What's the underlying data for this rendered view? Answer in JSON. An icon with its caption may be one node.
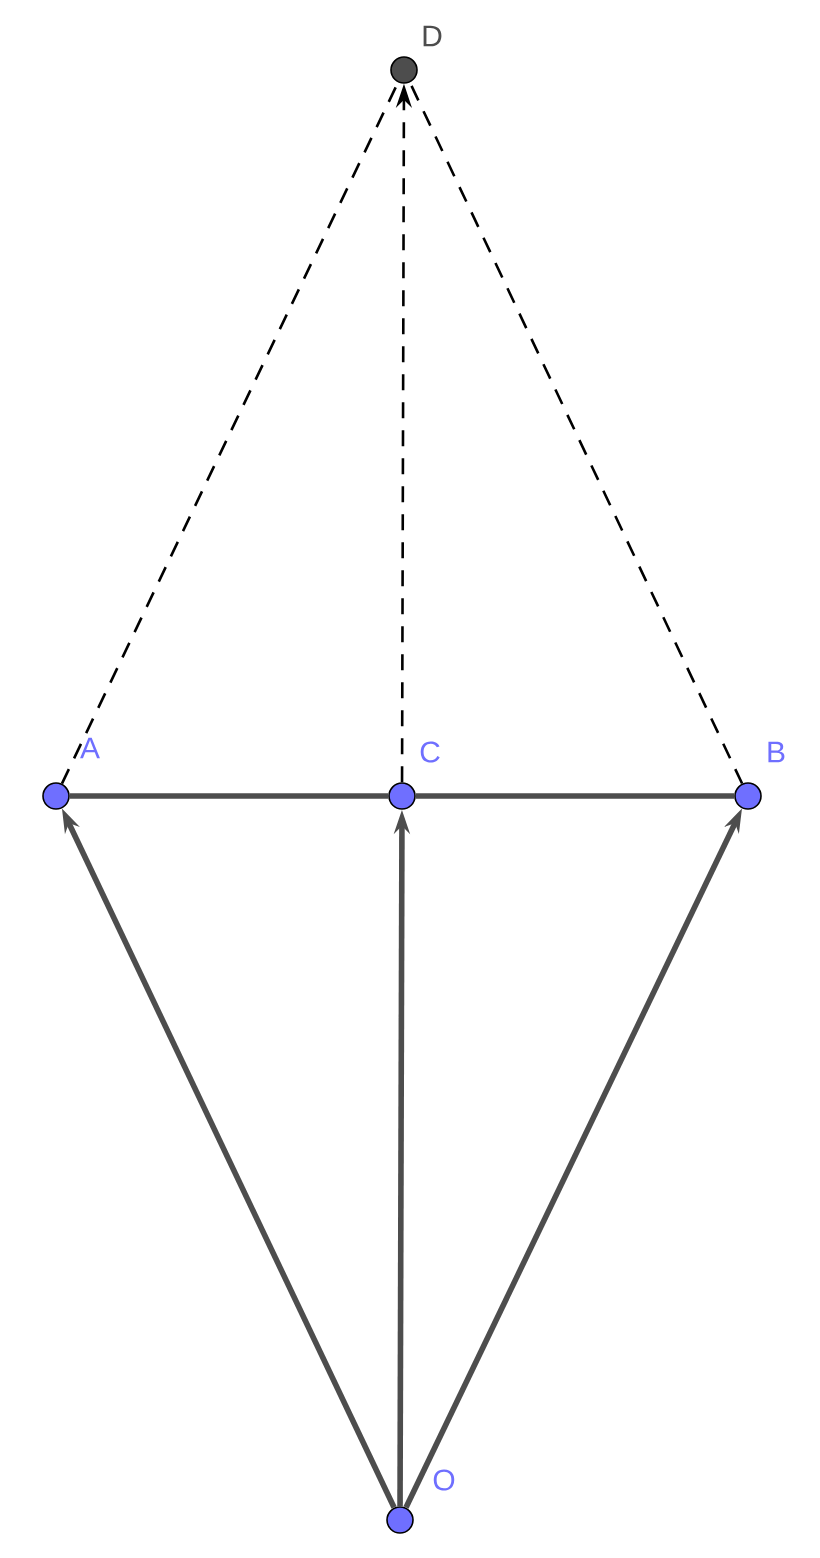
{
  "diagram": {
    "nodes": [
      {
        "text": [],
        "shape": "circle",
        "beside": [
          "D"
        ]
      },
      {
        "text": [],
        "shape": "circle",
        "beside": [
          "A"
        ]
      },
      {
        "text": [],
        "shape": "circle",
        "beside": [
          "C"
        ]
      },
      {
        "text": [],
        "shape": "circle",
        "beside": [
          "B"
        ]
      },
      {
        "text": [],
        "shape": "circle",
        "beside": [
          "O"
        ]
      }
    ],
    "edges": [
      {
        "from": 4,
        "to": 1,
        "arrow": "to"
      },
      {
        "from": 4,
        "to": 2,
        "arrow": "to"
      },
      {
        "from": 4,
        "to": 3,
        "arrow": "to"
      },
      {
        "from": 1,
        "to": 2,
        "arrow": "none"
      },
      {
        "from": 2,
        "to": 3,
        "arrow": "none"
      },
      {
        "from": 1,
        "to": 0,
        "arrow": "none",
        "style": "dashed",
        "color": "#000000"
      },
      {
        "from": 2,
        "to": 0,
        "arrow": "to",
        "style": "dashed",
        "color": "#000000"
      },
      {
        "from": 3,
        "to": 0,
        "arrow": "none",
        "style": "dashed",
        "color": "#000000"
      }
    ]
  }
}
